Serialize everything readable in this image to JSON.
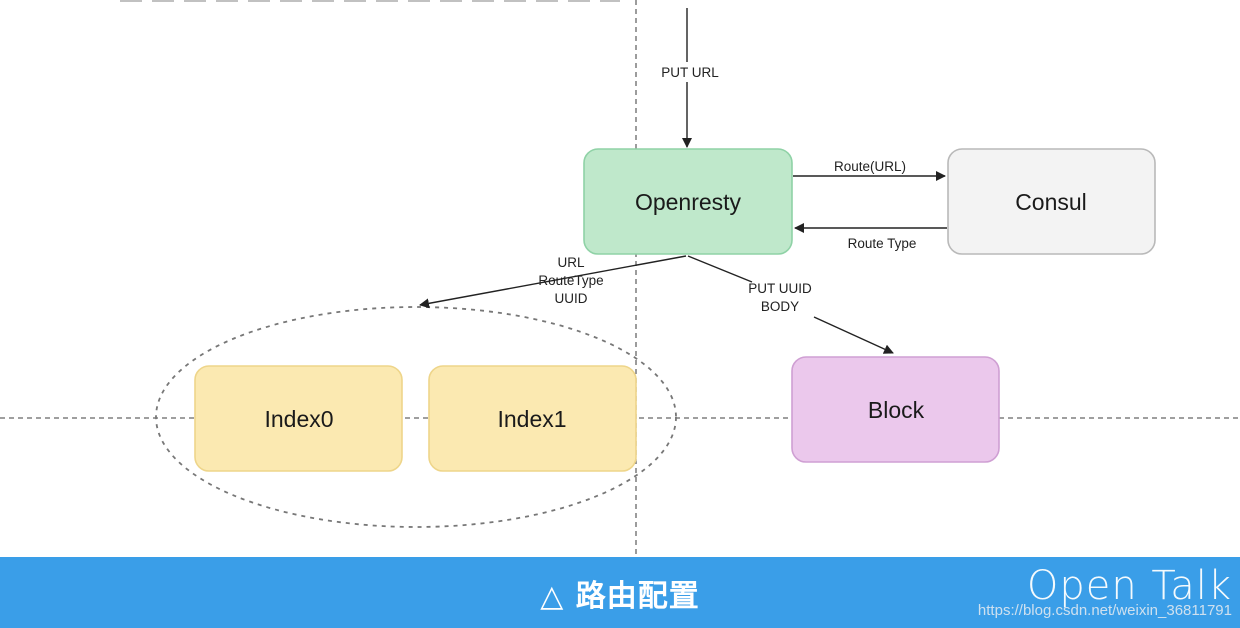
{
  "nodes": {
    "openresty": {
      "label": "Openresty",
      "fill": "#bfe8cb",
      "stroke": "#8fd2a6"
    },
    "consul": {
      "label": "Consul",
      "fill": "#f3f3f3",
      "stroke": "#b9b9b9"
    },
    "index0": {
      "label": "Index0",
      "fill": "#fbe9b1",
      "stroke": "#eed58a"
    },
    "index1": {
      "label": "Index1",
      "fill": "#fbe9b1",
      "stroke": "#eed58a"
    },
    "block": {
      "label": "Block",
      "fill": "#ebc8ec",
      "stroke": "#cf9fd3"
    }
  },
  "edges": {
    "put_url": {
      "label": "PUT URL"
    },
    "route_url": {
      "label": "Route(URL)"
    },
    "route_type": {
      "label": "Route Type"
    },
    "to_index": {
      "label_lines": [
        "URL",
        "RouteType",
        "UUID"
      ]
    },
    "to_block": {
      "label_lines": [
        "PUT UUID",
        "BODY"
      ]
    }
  },
  "footer": {
    "caption": "△ 路由配置",
    "brand": "Open Talk",
    "watermark": "https://blog.csdn.net/weixin_36811791",
    "background": "#3a9ee8"
  }
}
